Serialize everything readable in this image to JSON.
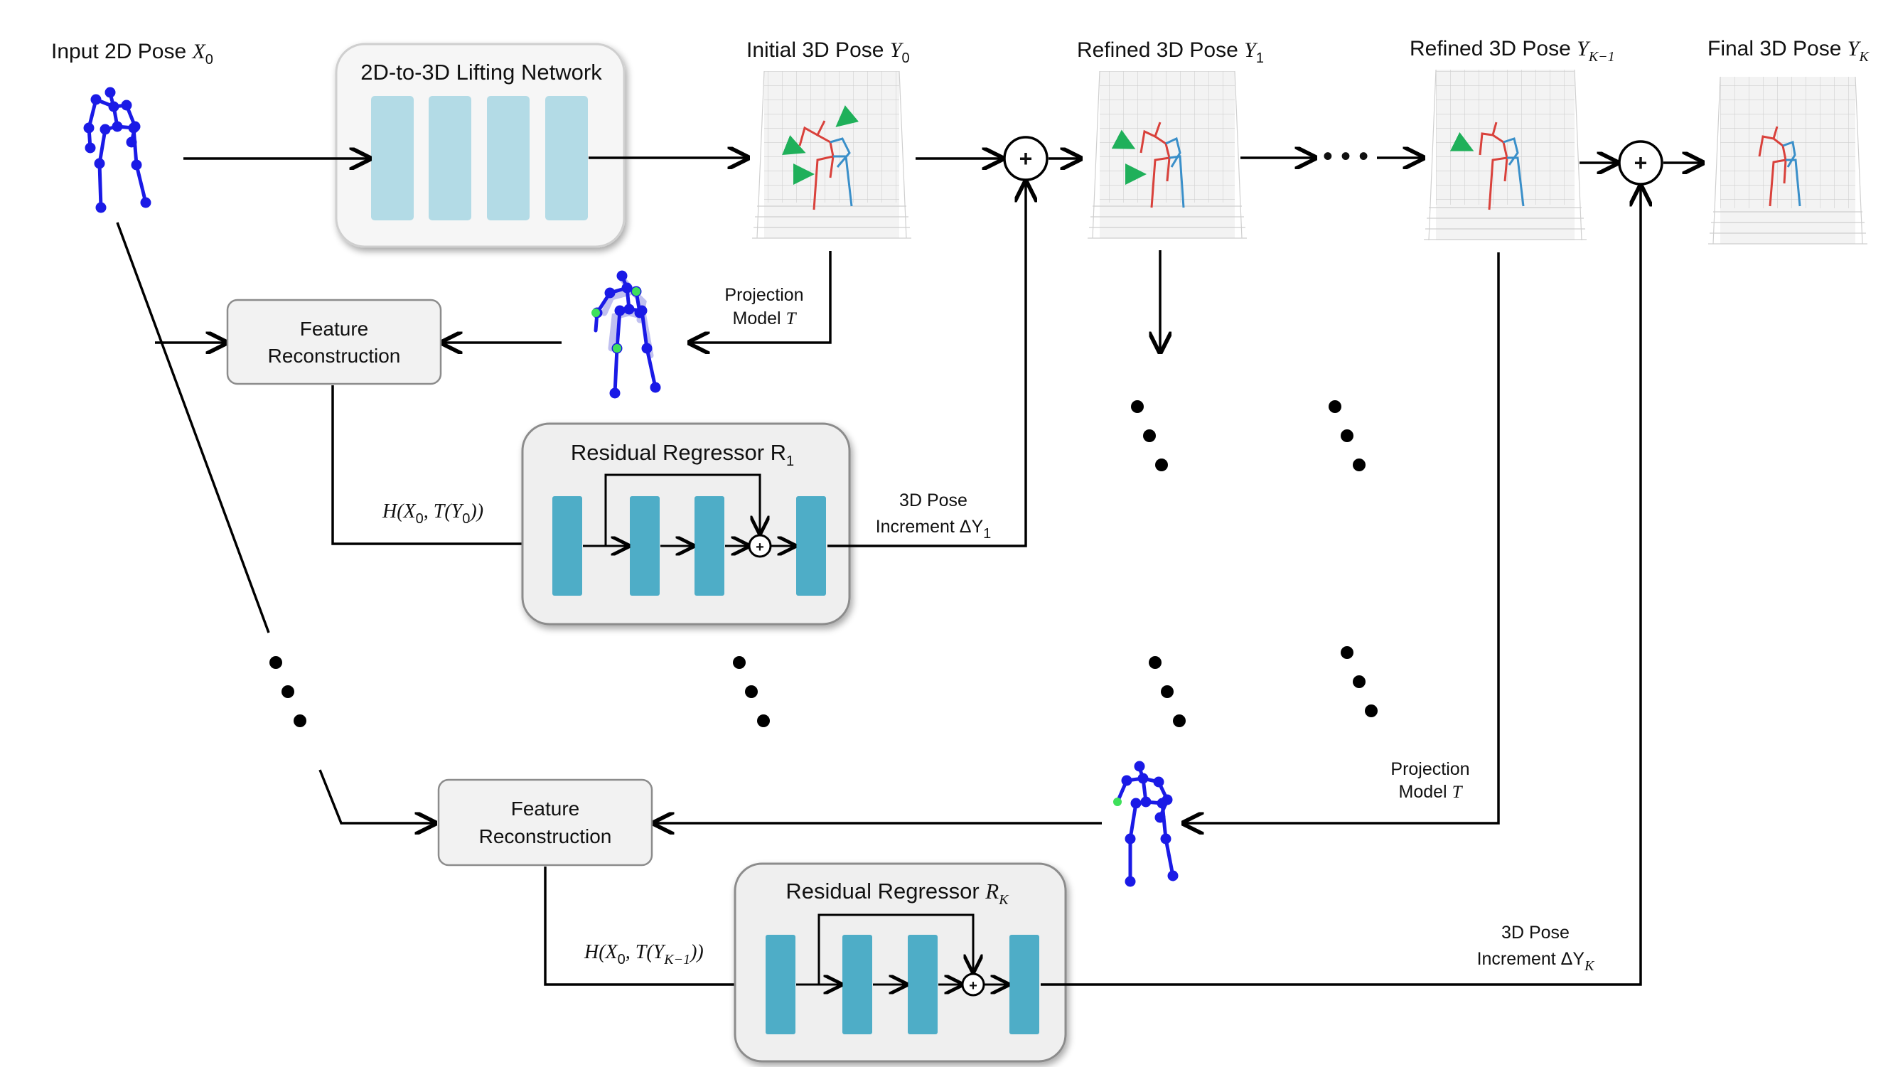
{
  "input_pose": {
    "label": "Input 2D Pose",
    "symbol": "X",
    "sub": "0"
  },
  "lifting_network": {
    "title": "2D-to-3D Lifting Network"
  },
  "initial_pose": {
    "label": "Initial 3D Pose",
    "symbol": "Y",
    "sub": "0"
  },
  "refined_pose_1": {
    "label": "Refined 3D Pose",
    "symbol": "Y",
    "sub": "1"
  },
  "refined_pose_k1": {
    "label": "Refined 3D Pose",
    "symbol": "Y",
    "sub": "K−1"
  },
  "final_pose": {
    "label": "Final 3D Pose",
    "symbol": "Y",
    "sub": "K"
  },
  "plus_symbol": "+",
  "ellipsis": "• • •",
  "projection_1": {
    "line1": "Projection",
    "line2": "Model",
    "symbol": "T"
  },
  "projection_2": {
    "line1": "Projection",
    "line2": "Model",
    "symbol": "T"
  },
  "feature_recon_1": {
    "line1": "Feature",
    "line2": "Reconstruction"
  },
  "feature_recon_2": {
    "line1": "Feature",
    "line2": "Reconstruction"
  },
  "regressor_1": {
    "title": "Residual Regressor R",
    "sub": "1"
  },
  "regressor_k": {
    "title": "Residual Regressor",
    "symbol": "R",
    "sub": "K"
  },
  "h_expr_1": {
    "text": "H(X",
    "sub": "0",
    "mid": ", T(Y",
    "sub2": "0",
    "end": "))"
  },
  "h_expr_k": {
    "text": "H(X",
    "sub": "0",
    "mid": ", T(Y",
    "sub2": "K−1",
    "end": "))"
  },
  "increment_1": {
    "line1": "3D Pose",
    "line2": "Increment ΔY",
    "sub": "1"
  },
  "increment_k": {
    "line1": "3D Pose",
    "line2": "Increment ΔY",
    "sub": "K"
  },
  "colors": {
    "lifting_block": "#b3dbe6",
    "regressor_block": "#4eadc7",
    "skeleton_2d": "#1a1ae6",
    "skeleton_left": "#d9413b",
    "skeleton_right": "#3a8fc9",
    "highlight_arrow": "#1fb05a",
    "box_fill": "#f2f2f2"
  }
}
